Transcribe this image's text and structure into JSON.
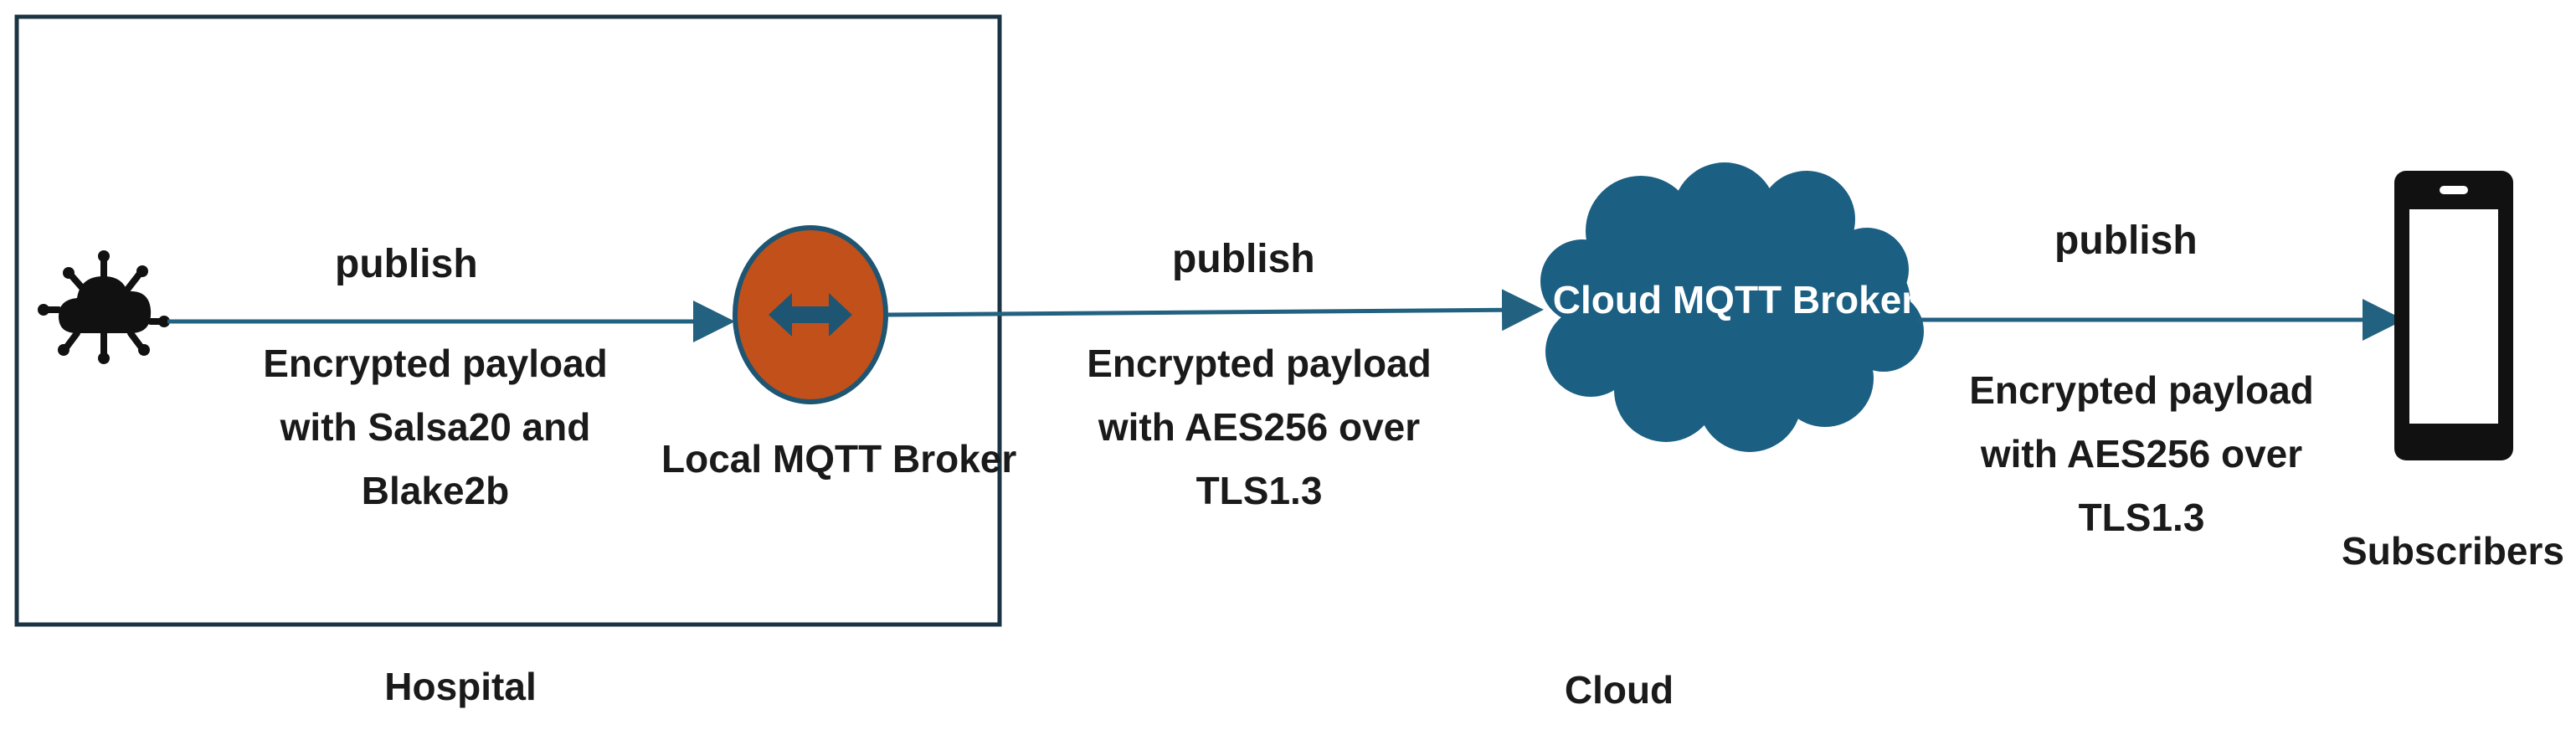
{
  "colors": {
    "frame": "#1b3444",
    "arrow": "#22617f",
    "broker_local": "#c2501a",
    "broker_local_outline": "#1e5573",
    "cloud": "#1b5f82",
    "device": "#111111",
    "text": "#1a1a1a",
    "cloud_text": "#ffffff"
  },
  "icons": {
    "iot_cloud": "iot-cloud-network-icon",
    "bidirectional": "double-arrow-icon",
    "phone": "smartphone-icon"
  },
  "hospital": {
    "label": "Hospital",
    "edge_publish": "publish",
    "edge_payload": [
      "Encrypted payload",
      "with Salsa20 and",
      "Blake2b"
    ],
    "local_broker_label": "Local MQTT Broker"
  },
  "cloud": {
    "label": "Cloud",
    "broker_label": "Cloud MQTT Broker",
    "edge_publish": "publish",
    "edge_payload": [
      "Encrypted payload",
      "with AES256 over",
      "TLS1.3"
    ]
  },
  "subscribers": {
    "label": "Subscribers",
    "edge_publish": "publish",
    "edge_payload": [
      "Encrypted payload",
      "with AES256 over",
      "TLS1.3"
    ]
  }
}
